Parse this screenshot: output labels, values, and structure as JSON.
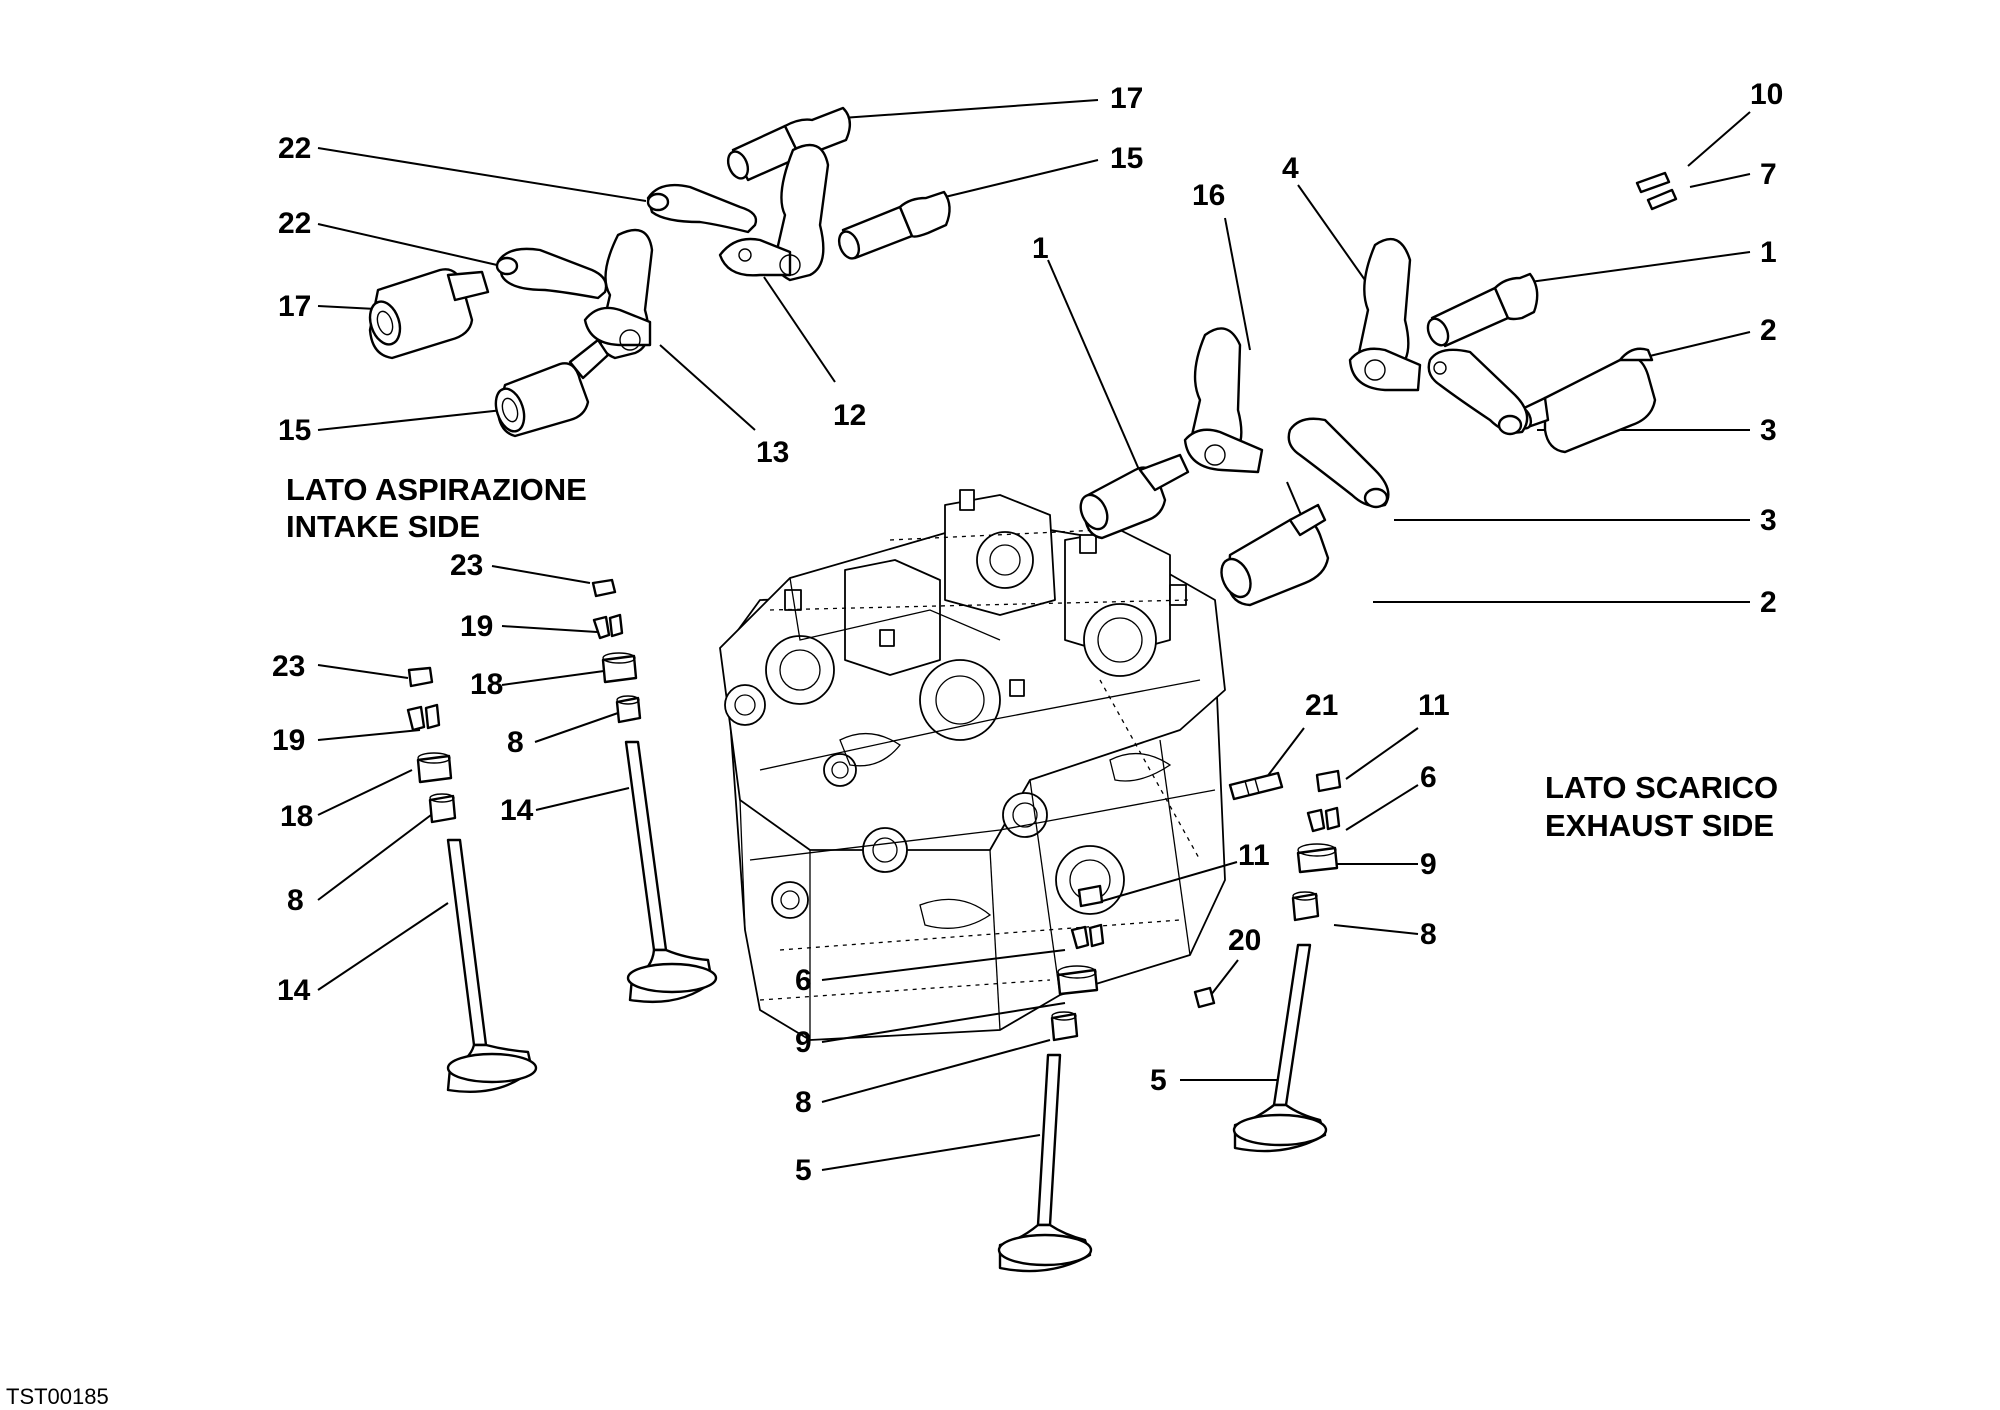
{
  "sides": {
    "intake_it": "LATO ASPIRAZIONE",
    "intake_en": "INTAKE SIDE",
    "exhaust_it": "LATO SCARICO",
    "exhaust_en": "EXHAUST SIDE"
  },
  "drawing_code": "TST00185",
  "callouts": {
    "c17a": "17",
    "c15a": "15",
    "c22a": "22",
    "c22b": "22",
    "c17b": "17",
    "c15b": "15",
    "c13": "13",
    "c12": "12",
    "c10": "10",
    "c7": "7",
    "c4": "4",
    "c16": "16",
    "c1a": "1",
    "c1b": "1",
    "c2a": "2",
    "c3a": "3",
    "c3b": "3",
    "c2b": "2",
    "c23a": "23",
    "c19a": "19",
    "c18a": "18",
    "c8a": "8",
    "c14a": "14",
    "c23b": "23",
    "c19b": "19",
    "c18b": "18",
    "c8b": "8",
    "c14b": "14",
    "c21": "21",
    "c11a": "11",
    "c6a": "6",
    "c9a": "9",
    "c8c": "8",
    "c11b": "11",
    "c20": "20",
    "c6b": "6",
    "c9b": "9",
    "c8d": "8",
    "c5a": "5",
    "c5b": "5"
  }
}
